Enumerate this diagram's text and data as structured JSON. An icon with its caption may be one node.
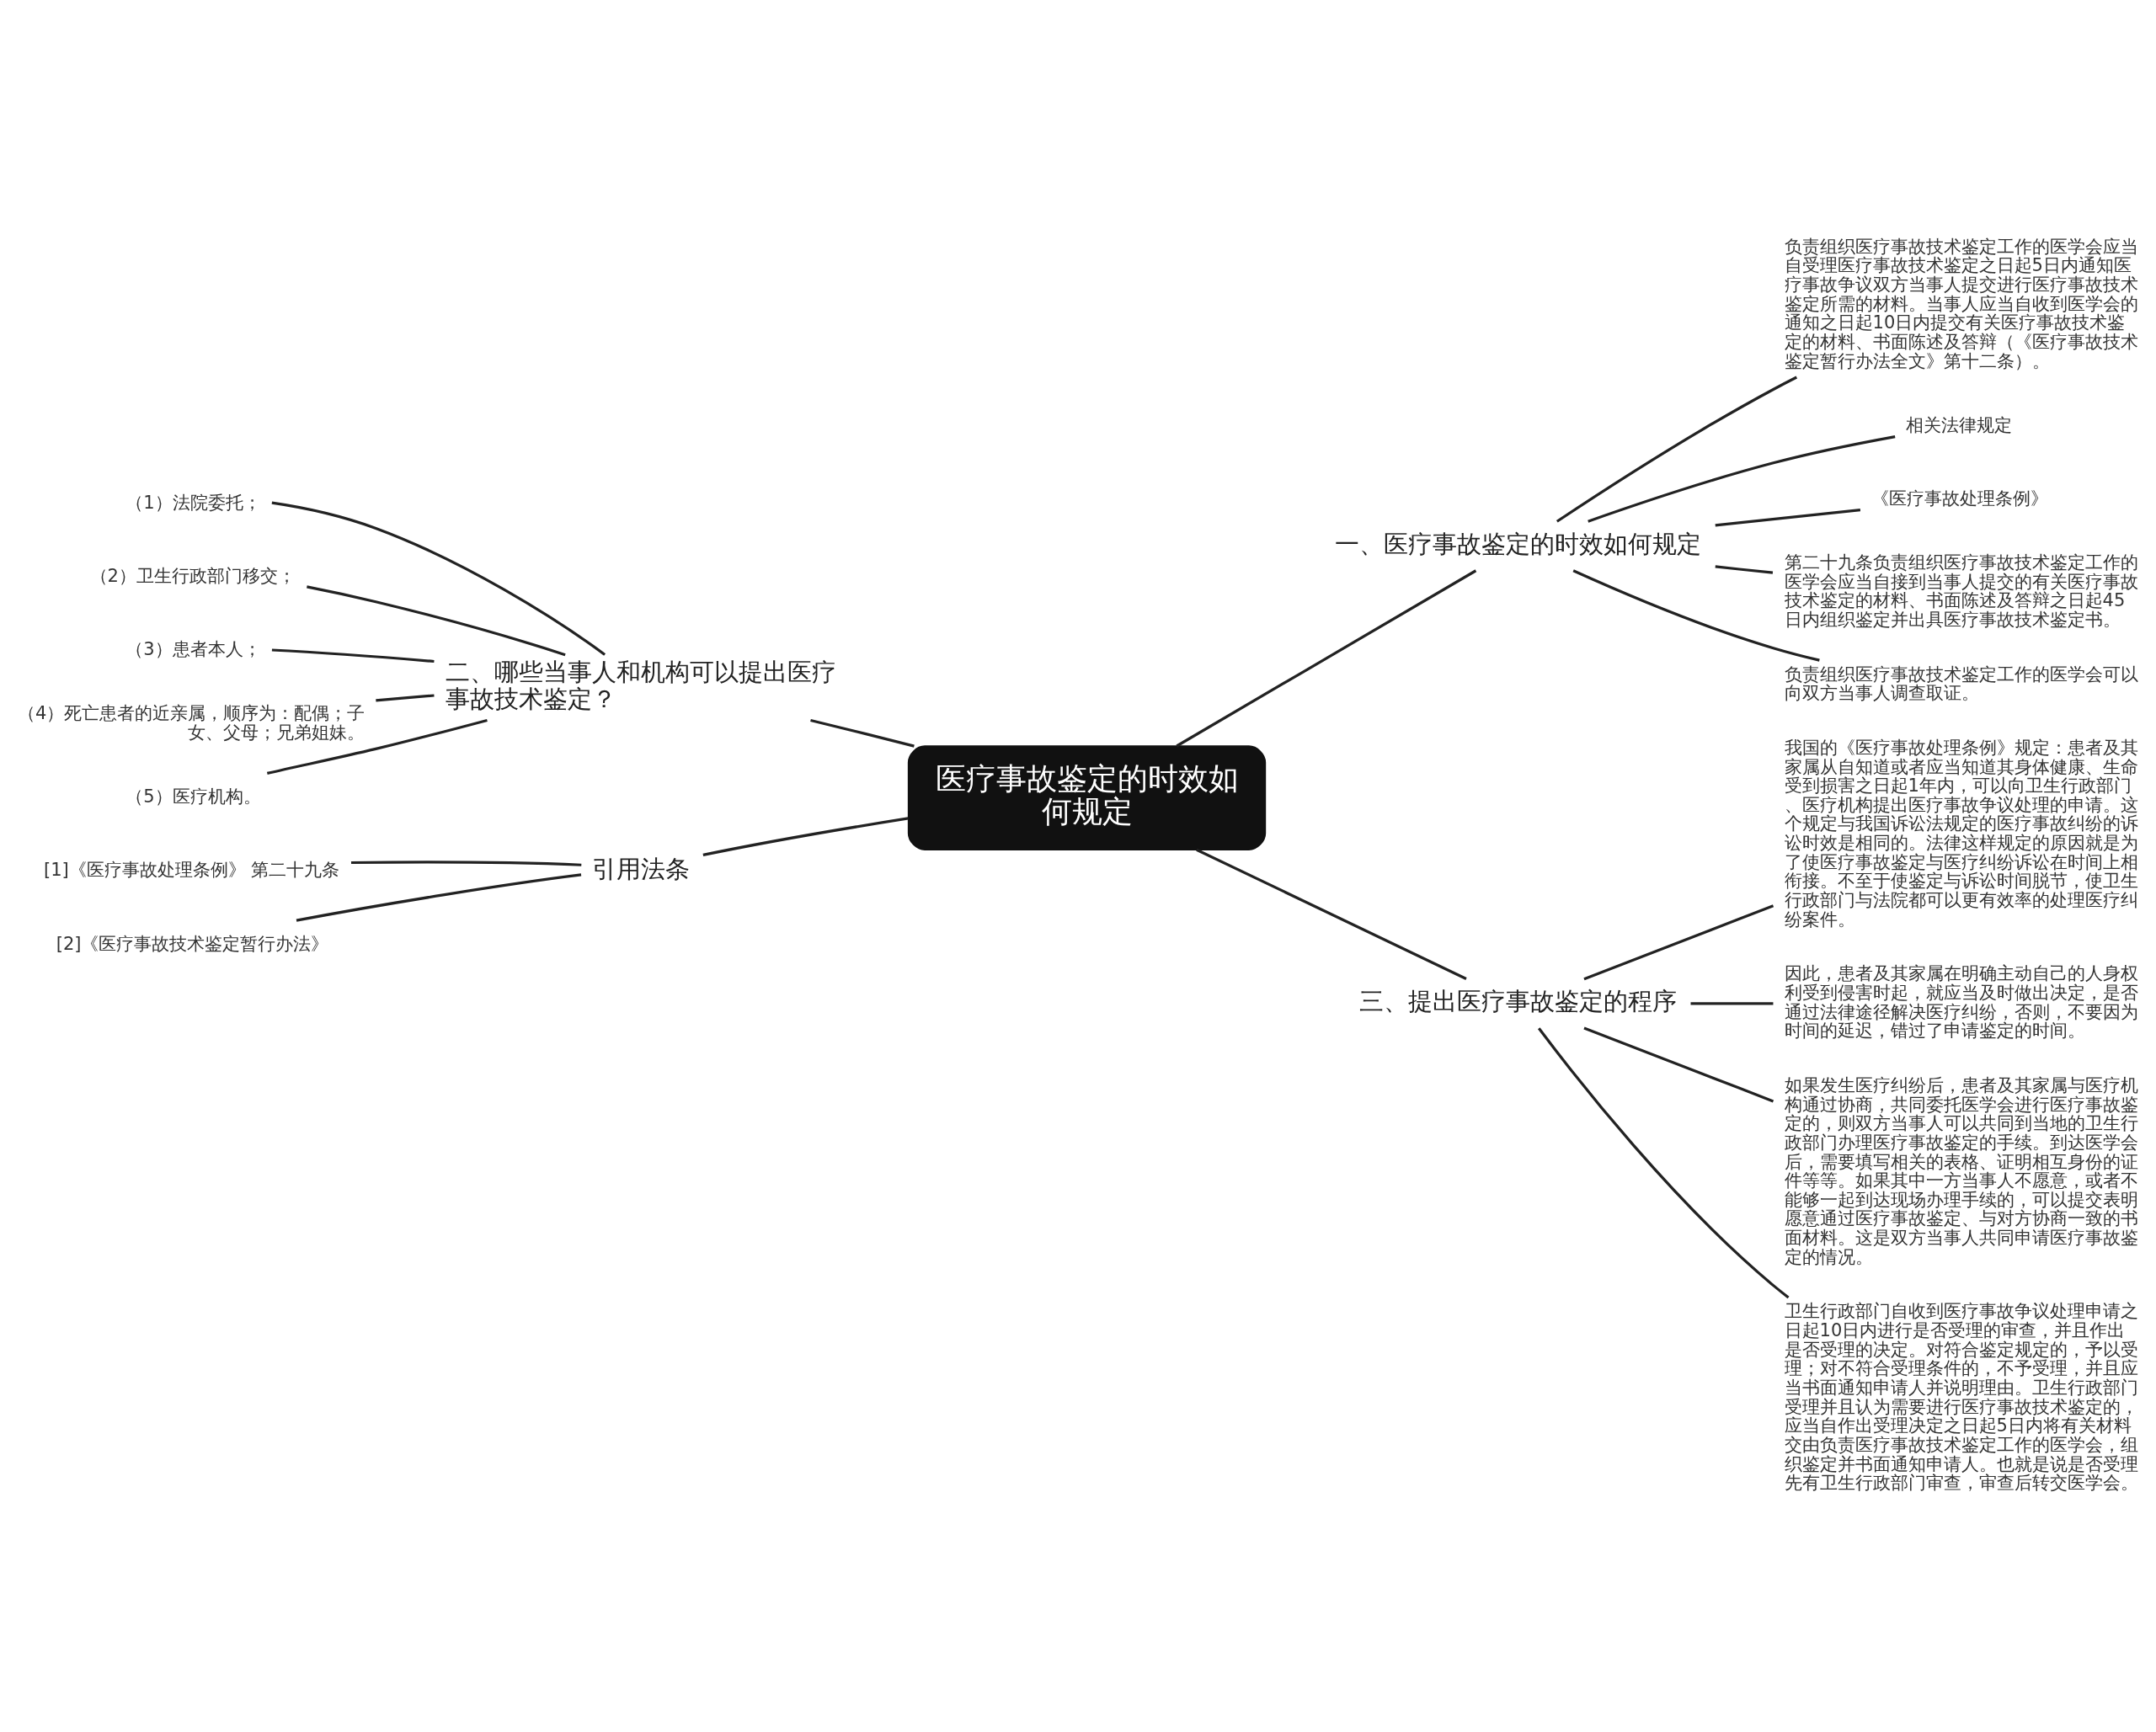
{
  "diagram": {
    "nodes": [
      {
        "text": [
          "医疗事故鉴定的时效如何规定"
        ]
      },
      {
        "text": [
          "一、医疗事故鉴定的时效如何规定"
        ]
      },
      {
        "text": [
          "负责组织医疗事故技术鉴定工作的医学会应当自受理医疗事故技术鉴定之日起5日内通知医疗事故争议双方当事人提交进行医疗事故技术鉴定所需的材料。当事人应当自收到医学会的通知之日起10日内提交有关医疗事故技术鉴定的材料、书面陈述及答辩（《医疗事故技术鉴定暂行办法全文》第十二条）。"
        ]
      },
      {
        "text": [
          "相关法律规定"
        ]
      },
      {
        "text": [
          "《医疗事故处理条例》"
        ]
      },
      {
        "text": [
          "第二十九条负责组织医疗事故技术鉴定工作的医学会应当自接到当事人提交的有关医疗事故技术鉴定的材料、书面陈述及答辩之日起45日内组织鉴定并出具医疗事故技术鉴定书。"
        ]
      },
      {
        "text": [
          "负责组织医疗事故技术鉴定工作的医学会可以向双方当事人调查取证。"
        ]
      },
      {
        "text": [
          "三、提出医疗事故鉴定的程序"
        ]
      },
      {
        "text": [
          "我国的《医疗事故处理条例》规定：患者及其家属从自知道或者应当知道其身体健康、生命受到损害之日起1年内，可以向卫生行政部门、医疗机构提出医疗事故争议处理的申请。这个规定与我国诉讼法规定的医疗事故纠纷的诉讼时效是相同的。法律这样规定的原因就是为了使医疗事故鉴定与医疗纠纷诉讼在时间上相衔接。不至于使鉴定与诉讼时间脱节，使卫生行政部门与法院都可以更有效率的处理医疗纠纷案件。"
        ]
      },
      {
        "text": [
          "因此，患者及其家属在明确主动自己的人身权利受到侵害时起，就应当及时做出决定，是否通过法律途径解决医疗纠纷，否则，不要因为时间的延迟，错过了申请鉴定的时间。"
        ]
      },
      {
        "text": [
          "如果发生医疗纠纷后，患者及其家属与医疗机构通过协商，共同委托医学会进行医疗事故鉴定的，则双方当事人可以共同到当地的卫生行政部门办理医疗事故鉴定的手续。到达医学会后，需要填写相关的表格、证明相互身份的证件等等。如果其中一方当事人不愿意，或者不能够一起到达现场办理手续的，可以提交表明愿意通过医疗事故鉴定、与对方协商一致的书面材料。这是双方当事人共同申请医疗事故鉴定的情况。"
        ]
      },
      {
        "text": [
          "卫生行政部门自收到医疗事故争议处理申请之日起10日内进行是否受理的审查，并且作出是否受理的决定。对符合鉴定规定的，予以受理；对不符合受理条件的，不予受理，并且应当书面通知申请人并说明理由。卫生行政部门受理并且认为需要进行医疗事故技术鉴定的，应当自作出受理决定之日起5日内将有关材料交由负责医疗事故技术鉴定工作的医学会，组织鉴定并书面通知申请人。也就是说是否受理先有卫生行政部门审查，审查后转交医学会。"
        ]
      },
      {
        "text": [
          "二、哪些当事人和机构可以提出医疗事故技术鉴定？"
        ]
      },
      {
        "text": [
          "（1）法院委托；"
        ]
      },
      {
        "text": [
          "（2）卫生行政部门移交；"
        ]
      },
      {
        "text": [
          "（3）患者本人；"
        ]
      },
      {
        "text": [
          "（4）死亡患者的近亲属，顺序为：配偶；子女、父母；兄弟姐妹。"
        ]
      },
      {
        "text": [
          "（5）医疗机构。"
        ]
      },
      {
        "text": [
          "引用法条"
        ]
      },
      {
        "text": [
          "[1]《医疗事故处理条例》 第二十九条"
        ]
      },
      {
        "text": [
          "[2]《医疗事故技术鉴定暂行办法》"
        ]
      }
    ],
    "edges": [
      {
        "from": 0,
        "to": 1,
        "arrow": "none"
      },
      {
        "from": 1,
        "to": 2,
        "arrow": "none"
      },
      {
        "from": 1,
        "to": 3,
        "arrow": "none"
      },
      {
        "from": 1,
        "to": 4,
        "arrow": "none"
      },
      {
        "from": 1,
        "to": 5,
        "arrow": "none"
      },
      {
        "from": 1,
        "to": 6,
        "arrow": "none"
      },
      {
        "from": 0,
        "to": 7,
        "arrow": "none"
      },
      {
        "from": 7,
        "to": 8,
        "arrow": "none"
      },
      {
        "from": 7,
        "to": 9,
        "arrow": "none"
      },
      {
        "from": 7,
        "to": 10,
        "arrow": "none"
      },
      {
        "from": 7,
        "to": 11,
        "arrow": "none"
      },
      {
        "from": 0,
        "to": 12,
        "arrow": "none"
      },
      {
        "from": 12,
        "to": 13,
        "arrow": "none"
      },
      {
        "from": 12,
        "to": 14,
        "arrow": "none"
      },
      {
        "from": 12,
        "to": 15,
        "arrow": "none"
      },
      {
        "from": 12,
        "to": 16,
        "arrow": "none"
      },
      {
        "from": 12,
        "to": 17,
        "arrow": "none"
      },
      {
        "from": 0,
        "to": 18,
        "arrow": "none"
      },
      {
        "from": 18,
        "to": 19,
        "arrow": "none"
      },
      {
        "from": 18,
        "to": 20,
        "arrow": "none"
      }
    ]
  }
}
